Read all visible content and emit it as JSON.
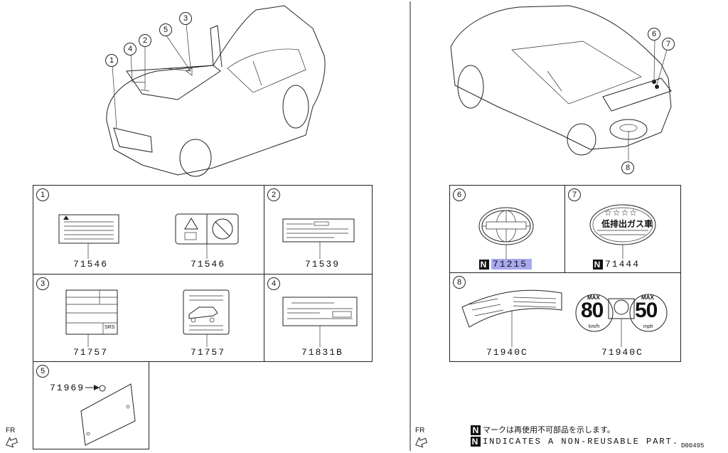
{
  "callouts": {
    "c1": "1",
    "c2": "2",
    "c3": "3",
    "c4": "4",
    "c5": "5",
    "c6": "6",
    "c7": "7",
    "c8": "8"
  },
  "panels": {
    "p1_left_part": "71546",
    "p1_right_part": "71546",
    "p2_part": "71539",
    "p3_left_part": "71757",
    "p3_right_part": "71757",
    "p4_part": "71831B",
    "p5_part": "71969",
    "p6_part": "71215",
    "p7_part": "71444",
    "p8_left_part": "71940C",
    "p8_right_part": "71940C"
  },
  "label_text": {
    "speed_left": "80",
    "speed_right": "50",
    "max_left": "MAX",
    "max_right": "MAX",
    "unit_left": "km/h",
    "unit_right": "mph",
    "emission_title": "低排出ガス車",
    "srs": "SRS"
  },
  "direction": {
    "left": "FR",
    "right": "FR"
  },
  "legend": {
    "badge": "N",
    "jp": "マークは再使用不可部品を示します。",
    "en": "INDICATES A NON-REUSABLE PART."
  },
  "diagram_code": "D00495",
  "colors": {
    "highlight": "#a8a8ef",
    "line": "#222222"
  }
}
